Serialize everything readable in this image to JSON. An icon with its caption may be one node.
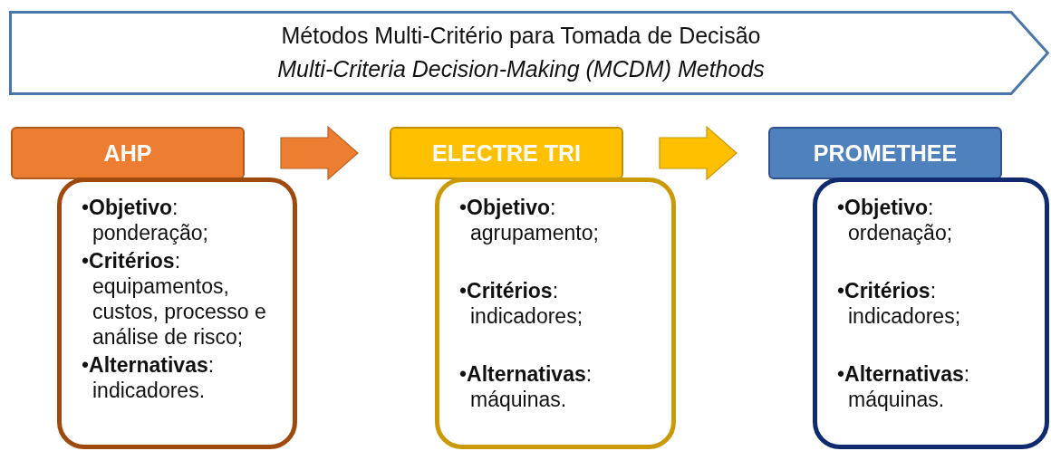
{
  "diagram": {
    "nodes": [
      {
        "text": [
          "Métodos Multi-Critério para Tomada de Decisão",
          "Multi-Criteria Decision-Making (MCDM) Methods"
        ]
      },
      {
        "text": [
          "AHP"
        ]
      },
      {
        "text": [
          "•**Objetivo**: ponderação;",
          "•**Critérios**: equipamentos, custos, processo e análise de risco;",
          "•**Alternativas**: indicadores."
        ]
      },
      {
        "text": [
          "ELECTRE TRI"
        ]
      },
      {
        "text": [
          "•**Objetivo**: agrupamento;",
          "•**Critérios**: indicadores;",
          "•**Alternativas**: máquinas."
        ]
      },
      {
        "text": [
          "PROMETHEE"
        ]
      },
      {
        "text": [
          "•**Objetivo**: ordenação;",
          "•**Critérios**: indicadores;",
          "•**Alternativas**: máquinas."
        ]
      }
    ],
    "edges": [
      {
        "from": 1,
        "to": 3,
        "arrow": "to",
        "style": "thick",
        "color": "#ed7d31"
      },
      {
        "from": 3,
        "to": 5,
        "arrow": "to",
        "style": "thick",
        "color": "#ffc000"
      }
    ]
  }
}
